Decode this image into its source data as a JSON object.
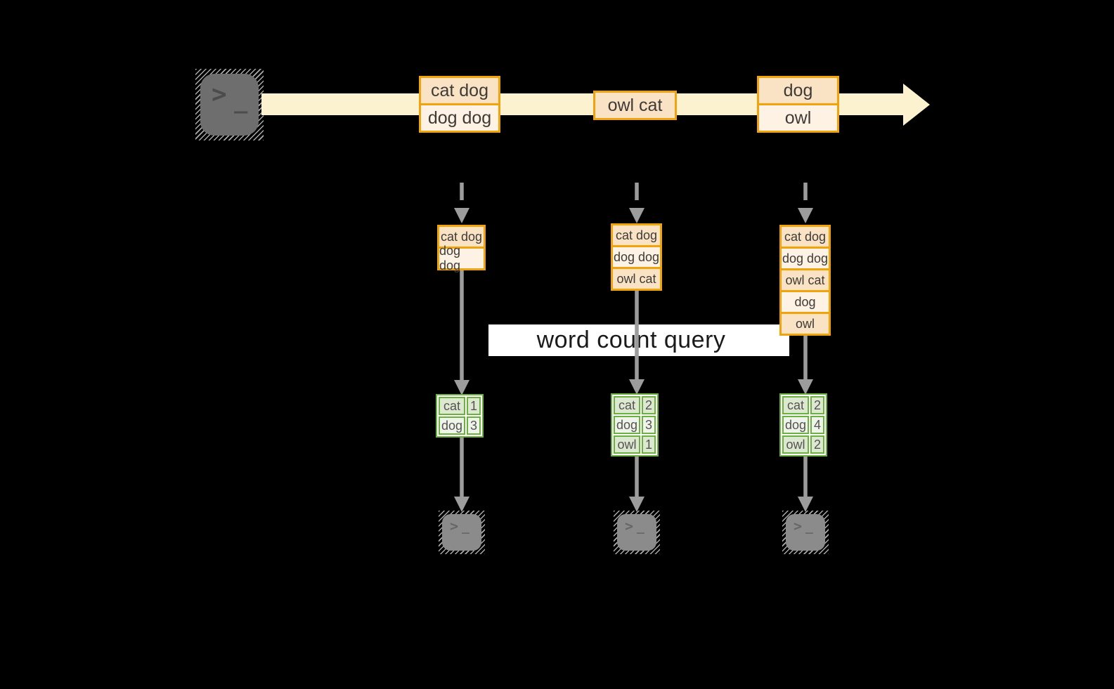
{
  "title": "streaming word count diagram",
  "colors": {
    "background": "#000000",
    "stream_arrow": "#FCF2CF",
    "record_border": "#F0A30B",
    "record_fill_dark": "#FAE3C5",
    "record_fill_light": "#FDF2E3",
    "table_border": "#6AB13E",
    "table_fill_dark": "#DDE8D0",
    "table_fill_light": "#EFF4EA",
    "flow_arrow": "#9C9C9C",
    "banner_bg": "#FFFFFF",
    "banner_text": "#1A1A1A",
    "terminal_gray": "#6E6E6E"
  },
  "terminal": {
    "prompt": ">",
    "cursor": "_"
  },
  "stream": {
    "batches": [
      {
        "lines": [
          "cat dog",
          "dog dog"
        ]
      },
      {
        "lines": [
          "owl cat"
        ]
      },
      {
        "lines": [
          "dog",
          "owl"
        ]
      }
    ]
  },
  "query_banner": {
    "label": "word count query"
  },
  "columns": [
    {
      "state": [
        "cat dog",
        "dog dog"
      ],
      "counts": [
        [
          "cat",
          "1"
        ],
        [
          "dog",
          "3"
        ]
      ]
    },
    {
      "state": [
        "cat dog",
        "dog dog",
        "owl cat"
      ],
      "counts": [
        [
          "cat",
          "2"
        ],
        [
          "dog",
          "3"
        ],
        [
          "owl",
          "1"
        ]
      ]
    },
    {
      "state": [
        "cat dog",
        "dog dog",
        "owl cat",
        "dog",
        "owl"
      ],
      "counts": [
        [
          "cat",
          "2"
        ],
        [
          "dog",
          "4"
        ],
        [
          "owl",
          "2"
        ]
      ]
    }
  ]
}
